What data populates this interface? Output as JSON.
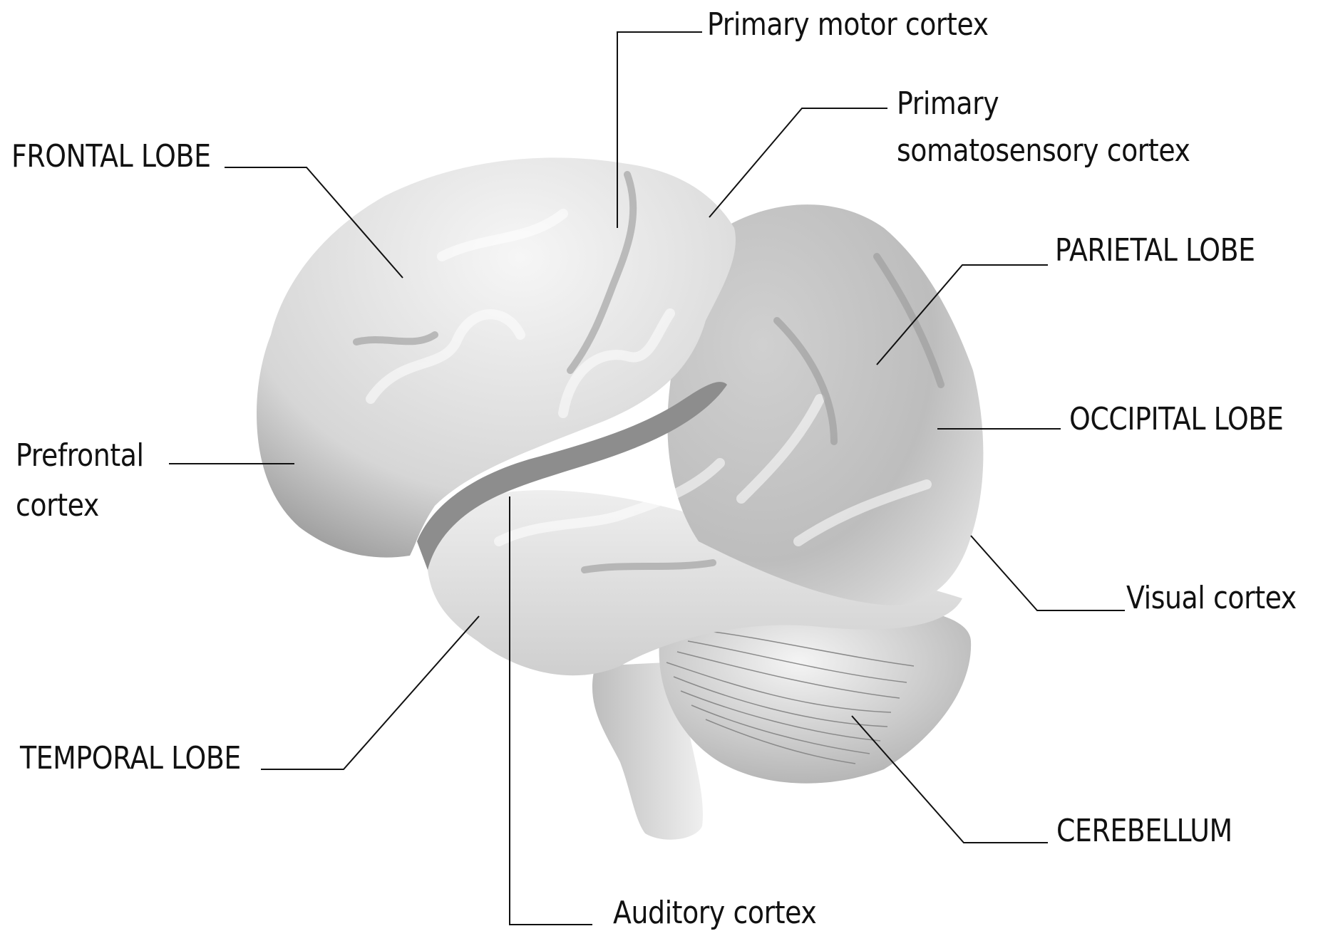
{
  "labels": {
    "primary_motor": "Primary motor cortex",
    "primary_somato_line1": "Primary",
    "primary_somato_line2": "somatosensory cortex",
    "frontal": "FRONTAL LOBE",
    "parietal": "PARIETAL LOBE",
    "occipital": "OCCIPITAL LOBE",
    "prefrontal_line1": "Prefrontal",
    "prefrontal_line2": "cortex",
    "visual": "Visual cortex",
    "temporal": "TEMPORAL LOBE",
    "cerebellum": "CEREBELLUM",
    "auditory": "Auditory cortex"
  },
  "colors": {
    "background": "#ffffff",
    "leader_line": "#111111",
    "brain_light": "#f1f1f1",
    "brain_mid": "#c9c9c9",
    "brain_dark": "#8d8d8d",
    "sulcus": "#7a7a7a"
  }
}
